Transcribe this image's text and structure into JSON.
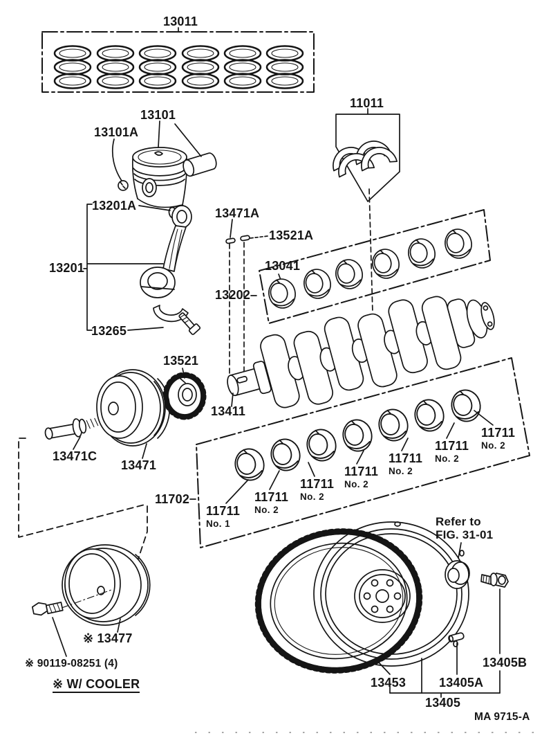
{
  "colors": {
    "ink": "#151515",
    "paper": "#ffffff"
  },
  "parts": {
    "p13011": "13011",
    "p13101": "13101",
    "p13101a": "13101A",
    "p11011": "11011",
    "p13201a": "13201A",
    "p13471a": "13471A",
    "p13521a": "13521A",
    "p13041": "13041",
    "p13201": "13201",
    "p13202": "13202",
    "p13265": "13265",
    "p13521": "13521",
    "p13411": "13411",
    "p13471c": "13471C",
    "p13471": "13471",
    "p11702": "11702",
    "p11711": "11711",
    "p13453": "13453",
    "p13405a": "13405A",
    "p13405b": "13405B",
    "p13405": "13405"
  },
  "main_bearings": [
    {
      "part": "11711",
      "pos": "No. 1"
    },
    {
      "part": "11711",
      "pos": "No. 2"
    },
    {
      "part": "11711",
      "pos": "No. 2"
    },
    {
      "part": "11711",
      "pos": "No. 2"
    },
    {
      "part": "11711",
      "pos": "No. 2"
    },
    {
      "part": "11711",
      "pos": "No. 2"
    },
    {
      "part": "11711",
      "pos": "No. 2"
    }
  ],
  "notes": {
    "refer1": "Refer to",
    "refer2": "FIG. 31-01",
    "cooler_pulley": "※ 13477",
    "cooler_bolt": "※ 90119-08251 (4)",
    "cooler": "※ W/ COOLER"
  },
  "doc_code": "MA  9715-A"
}
